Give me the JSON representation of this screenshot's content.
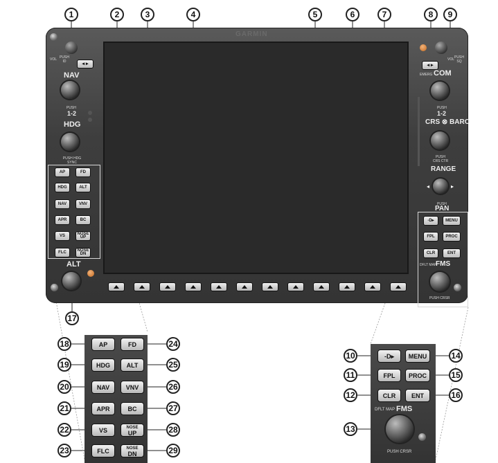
{
  "callouts": [
    "1",
    "2",
    "3",
    "4",
    "5",
    "6",
    "7",
    "8",
    "9",
    "10",
    "11",
    "12",
    "13",
    "14",
    "15",
    "16",
    "17",
    "18",
    "19",
    "20",
    "21",
    "22",
    "23",
    "24",
    "25",
    "26",
    "27",
    "28",
    "29"
  ],
  "bezel": {
    "brand": "GARMIN",
    "vol_left": "VOL",
    "push_id": "PUSH ID",
    "swap_arrows": "◂ ▸",
    "nav": "NAV",
    "push_12": "PUSH",
    "one_two": "1-2",
    "hdg": "HDG",
    "push_hdg_sync": "PUSH HDG SYNC",
    "alt": "ALT",
    "com": "COM",
    "emerg": "EMERG",
    "vol_right": "VOL",
    "push_sq": "PUSH SQ",
    "crs_baro": "CRS ⊗ BARO",
    "push_crs_ctr": "PUSH CRS CTR",
    "range": "RANGE",
    "push": "PUSH",
    "pan": "PAN",
    "fms": "FMS",
    "dflt_map": "DFLT MAP",
    "push_crsr": "PUSH CRSR"
  },
  "ap_buttons": [
    {
      "l": "AP",
      "r": "FD"
    },
    {
      "l": "HDG",
      "r": "ALT"
    },
    {
      "l": "NAV",
      "r": "VNV"
    },
    {
      "l": "APR",
      "r": "BC"
    },
    {
      "l": "VS",
      "r": "NOSE UP"
    },
    {
      "l": "FLC",
      "r": "NOSE DN"
    }
  ],
  "fms_buttons": [
    {
      "l": "-D▸",
      "r": "MENU"
    },
    {
      "l": "FPL",
      "r": "PROC"
    },
    {
      "l": "CLR",
      "r": "ENT"
    }
  ],
  "zoom_ap": {
    "ap": "AP",
    "fd": "FD",
    "hdg": "HDG",
    "alt": "ALT",
    "nav": "NAV",
    "vnv": "VNV",
    "apr": "APR",
    "bc": "BC",
    "vs": "VS",
    "nose": "NOSE",
    "up": "UP",
    "flc": "FLC",
    "dn": "DN"
  },
  "zoom_fms": {
    "direct": "-D▸",
    "menu": "MENU",
    "fpl": "FPL",
    "proc": "PROC",
    "clr": "CLR",
    "ent": "ENT",
    "dflt_map": "DFLT MAP",
    "fms": "FMS",
    "push_crsr": "PUSH CRSR"
  },
  "softkey_count": "12",
  "colors": {
    "bezel": "#3e3e3e",
    "screen": "#2a2a2a",
    "accent": "#c46a20"
  }
}
